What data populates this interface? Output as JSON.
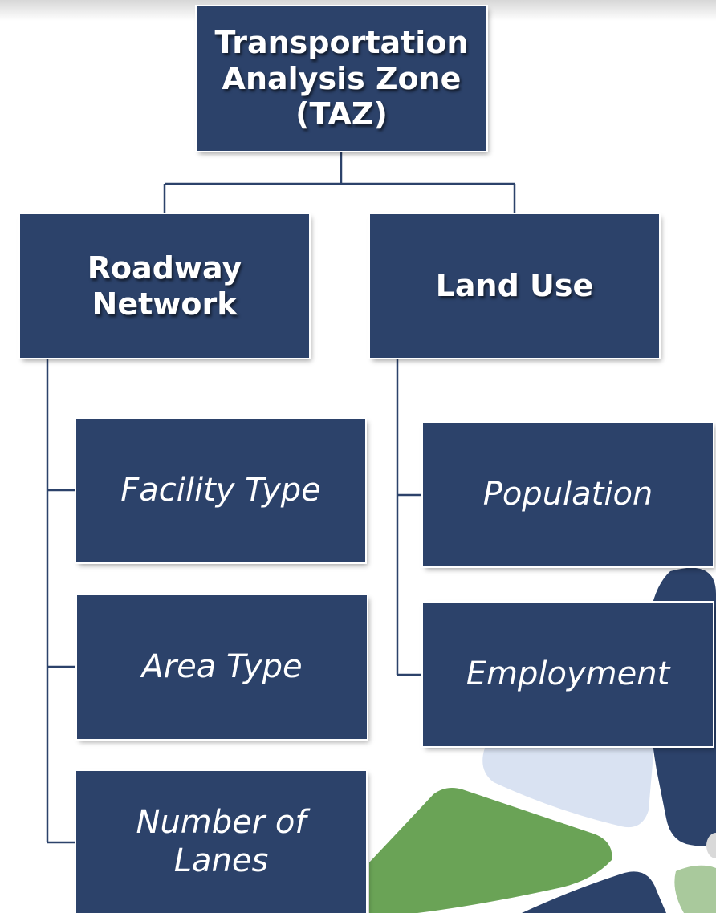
{
  "diagram": {
    "root": {
      "label": "Transportation\nAnalysis Zone\n(TAZ)"
    },
    "branches": [
      {
        "label": "Roadway\nNetwork",
        "children": [
          "Facility Type",
          "Area Type",
          "Number of\nLanes"
        ]
      },
      {
        "label": "Land Use",
        "children": [
          "Population",
          "Employment"
        ]
      }
    ]
  },
  "colors": {
    "box_fill": "#2c426a",
    "connector": "#2c426a",
    "decor_navy": "#2c426a",
    "decor_green": "#6aa356",
    "decor_light_blue": "#d9e2f2",
    "decor_light_green": "#a9c99c",
    "decor_gray": "#d9d9d9"
  }
}
